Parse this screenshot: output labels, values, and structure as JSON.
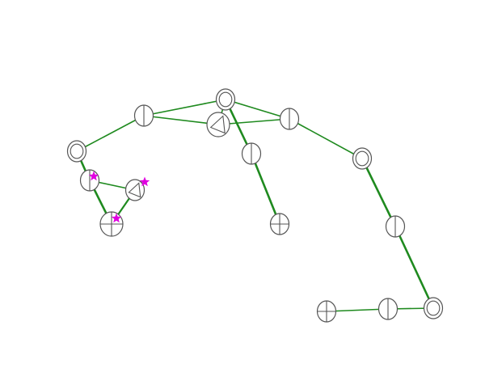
{
  "colors": {
    "background": "#ffffff",
    "edge": "#1f8a1f",
    "node_outline": "#555555",
    "highlight_star": "#e000e0"
  },
  "symbol_kinds": [
    "double-circle",
    "half-split",
    "crosshair",
    "triangle-in-circle"
  ],
  "diagram": {
    "title": "",
    "labels": []
  }
}
